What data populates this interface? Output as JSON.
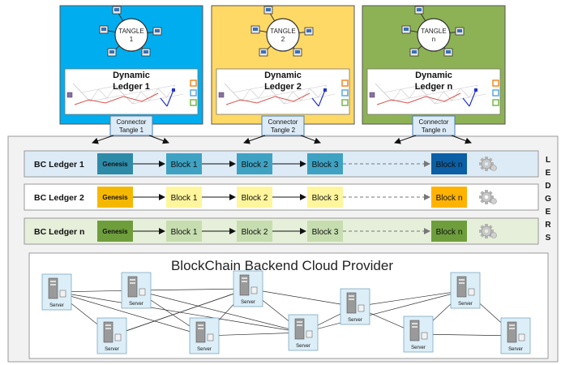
{
  "tangles": [
    {
      "tangle_label": "TANGLE",
      "tangle_number": "1",
      "ledger_line1": "Dynamic",
      "ledger_line2": "Ledger 1",
      "connector_line1": "Connector",
      "connector_line2": "Tangle 1",
      "color": "#00AEEF"
    },
    {
      "tangle_label": "TANGLE",
      "tangle_number": "2",
      "ledger_line1": "Dynamic",
      "ledger_line2": "Ledger 2",
      "connector_line1": "Connector",
      "connector_line2": "Tangle 2",
      "color": "#FFD966"
    },
    {
      "tangle_label": "TANGLE",
      "tangle_number": "n",
      "ledger_line1": "Dynamic",
      "ledger_line2": "Ledger n",
      "connector_line1": "Connector",
      "connector_line2": "Tangle n",
      "color": "#8DB255"
    }
  ],
  "ledgers": [
    {
      "name": "BC Ledger 1",
      "genesis": "Genesis",
      "blocks": [
        "Block 1",
        "Block 2",
        "Block 3"
      ],
      "last_block": "Block n",
      "row_color": "#DDEBF7",
      "genesis_color": "#2E8BA8",
      "block_color": "#3FA2C2",
      "last_color": "#0B5FA5"
    },
    {
      "name": "BC Ledger 2",
      "genesis": "Genesis",
      "blocks": [
        "Block 1",
        "Block 2",
        "Block 3"
      ],
      "last_block": "Block n",
      "row_color": "#FFFFFF",
      "genesis_color": "#F5B800",
      "block_color": "#FFF59D",
      "last_color": "#FFB300"
    },
    {
      "name": "BC Ledger n",
      "genesis": "Genesis",
      "blocks": [
        "Block 1",
        "Block 2",
        "Block 3"
      ],
      "last_block": "Block n",
      "row_color": "#E6EFD9",
      "genesis_color": "#6E9E3C",
      "block_color": "#C6DDB0",
      "last_color": "#6E9E3C"
    }
  ],
  "ledgers_vertical_label": [
    "L",
    "E",
    "D",
    "G",
    "E",
    "R",
    "S"
  ],
  "cloud_title": "BlockChain Backend Cloud Provider",
  "server_label": "Server",
  "colors": {
    "frame_bg": "#F2F2F2",
    "cloud_bg": "#FFFFFF",
    "server_bg": "#DCEEF7"
  }
}
